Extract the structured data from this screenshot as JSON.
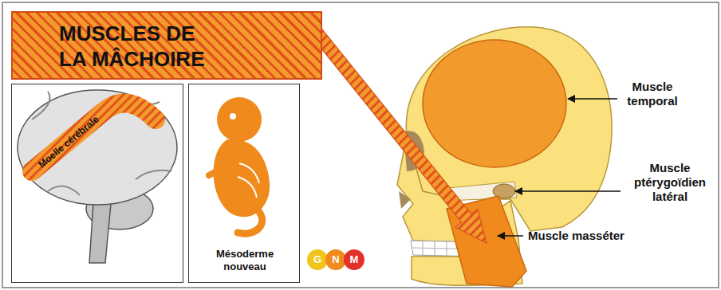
{
  "diagram": {
    "nodes": [
      {
        "text": [
          "MUSCLES DE LA MÂCHOIRE"
        ]
      },
      {
        "text": [
          "Moelle cérébrale"
        ]
      },
      {
        "text": [
          "Mésoderme nouveau"
        ]
      },
      {
        "text": [
          "G"
        ]
      },
      {
        "text": [
          "N"
        ]
      },
      {
        "text": [
          "M"
        ]
      }
    ],
    "labels": [
      "Muscle temporal",
      "Muscle ptérygoïdien latéral",
      "Muscle masséter"
    ]
  }
}
